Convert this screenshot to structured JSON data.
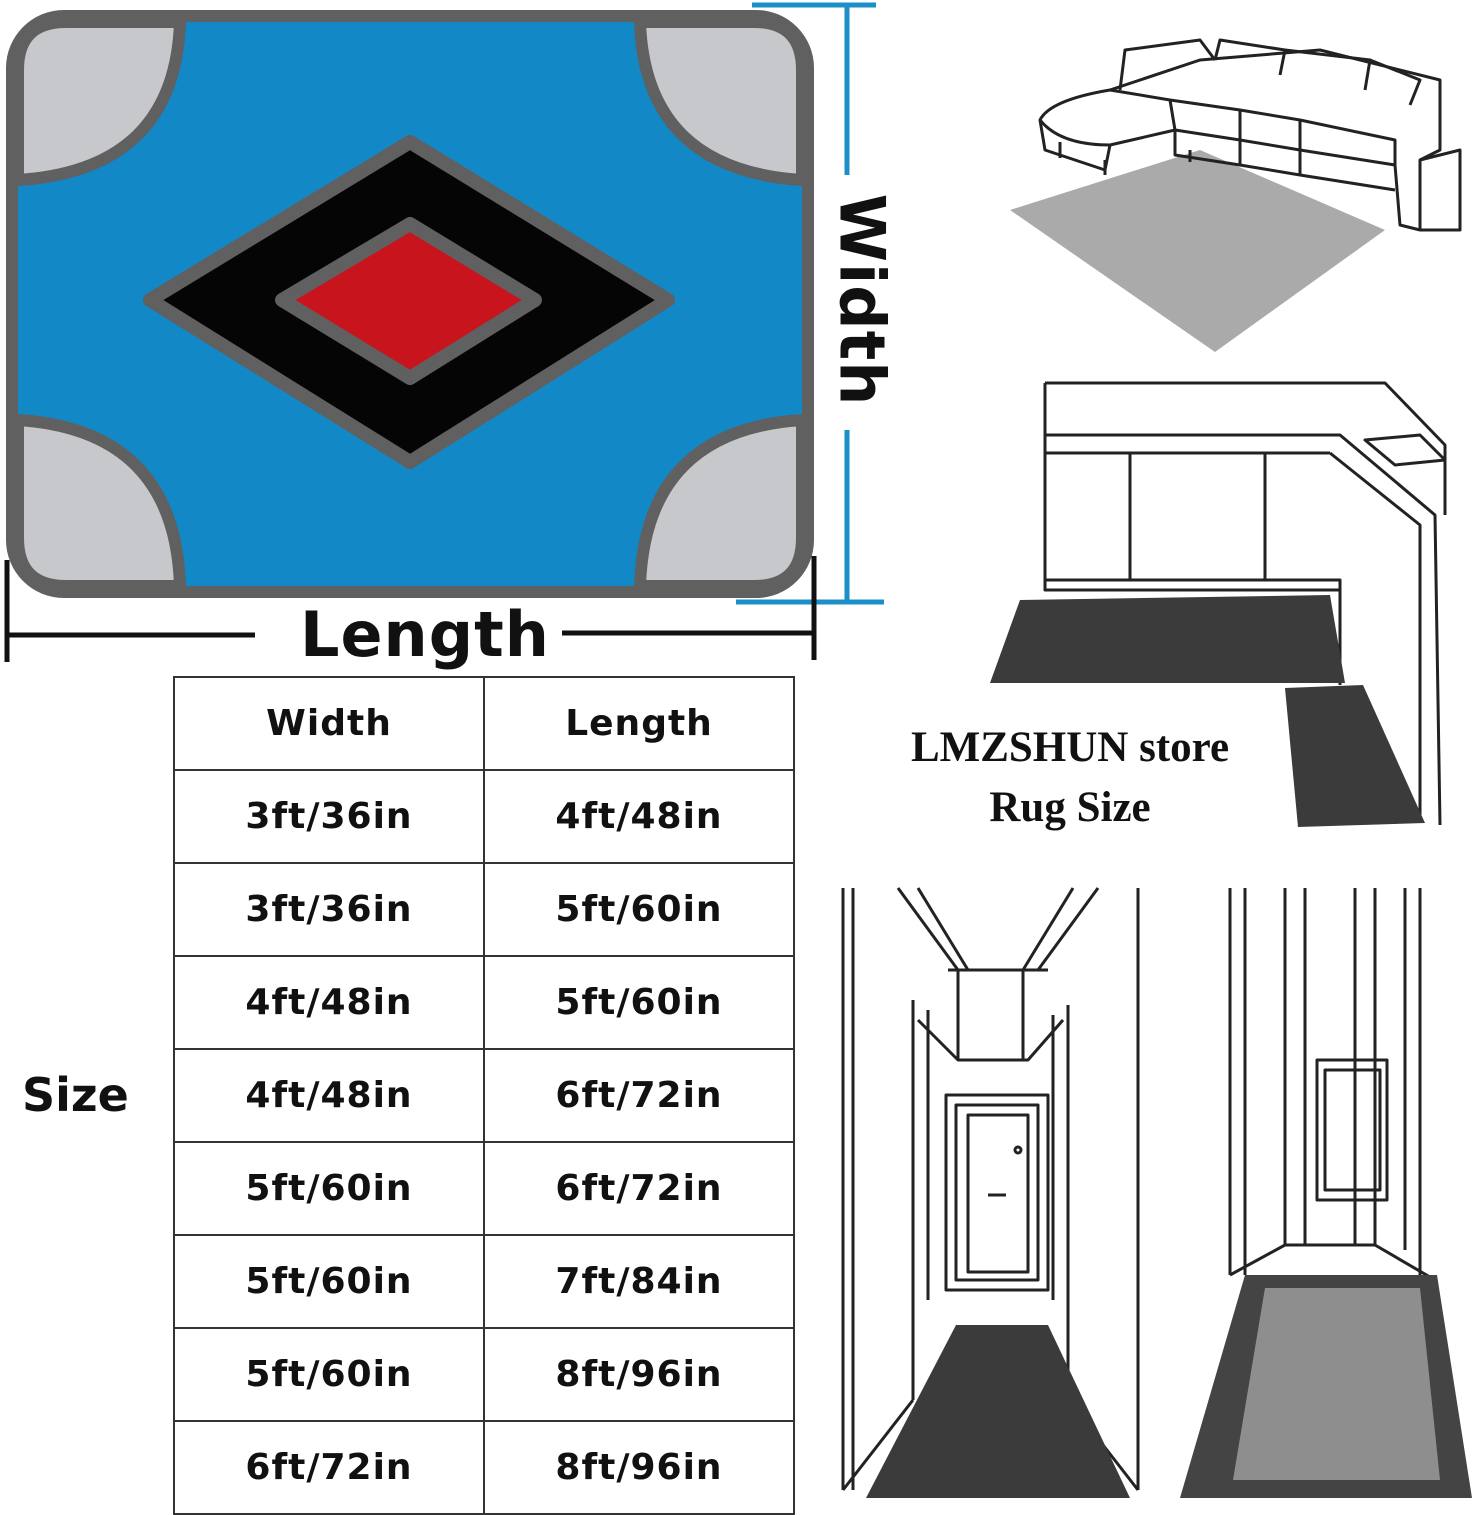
{
  "rug": {
    "colors": {
      "field": "#1288c7",
      "border": "#606060",
      "corner": "#c6c8cb",
      "outer_diamond": "#050505",
      "inner_diamond": "#c8141c",
      "dimension_line": "#1c8fc9"
    }
  },
  "labels": {
    "width": "Width",
    "length": "Length",
    "size": "Size"
  },
  "table": {
    "headers": [
      "Width",
      "Length"
    ],
    "rows": [
      [
        "3ft/36in",
        "4ft/48in"
      ],
      [
        "3ft/36in",
        "5ft/60in"
      ],
      [
        "4ft/48in",
        "5ft/60in"
      ],
      [
        "4ft/48in",
        "6ft/72in"
      ],
      [
        "5ft/60in",
        "6ft/72in"
      ],
      [
        "5ft/60in",
        "7ft/84in"
      ],
      [
        "5ft/60in",
        "8ft/96in"
      ],
      [
        "6ft/72in",
        "8ft/96in"
      ]
    ]
  },
  "store": {
    "line1": "LMZSHUN store",
    "line2": "Rug Size"
  },
  "illustrations": {
    "icons": [
      "sofa-room-icon",
      "kitchen-corner-icon",
      "hallway-door-icon",
      "corridor-icon"
    ]
  }
}
